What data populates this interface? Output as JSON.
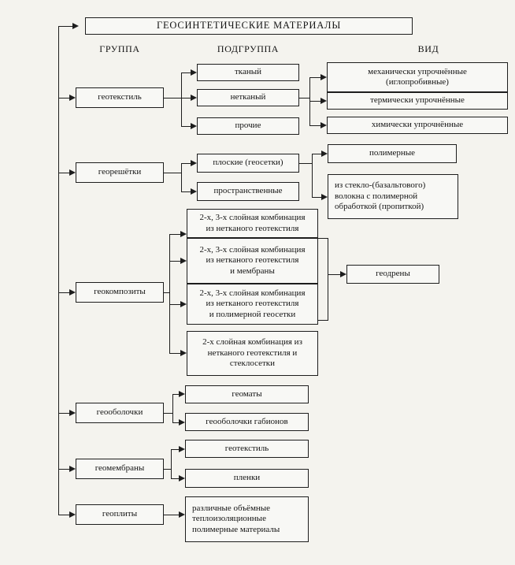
{
  "diagram": {
    "title": "ГЕОСИНТЕТИЧЕСКИЕ МАТЕРИАЛЫ",
    "headers": {
      "group": "ГРУППА",
      "subgroup": "ПОДГРУППА",
      "kind": "ВИД"
    },
    "groups": [
      {
        "label": "геотекстиль",
        "subgroups": [
          "тканый",
          "нетканый",
          "прочие"
        ],
        "kinds": [
          "механически упрочнённые\n(иглопробивные)",
          "термически упрочнённые",
          "химически упрочнённые"
        ]
      },
      {
        "label": "георешётки",
        "subgroups": [
          "плоские (геосетки)",
          "пространственные"
        ],
        "kinds": [
          "полимерные",
          "из стекло-(базальтового)\nволокна с полимерной\nобработкой (пропиткой)"
        ]
      },
      {
        "label": "геокомпозиты",
        "subgroups": [
          "2-х, 3-х слойная комбинация\nиз нетканого геотекстиля",
          "2-х, 3-х слойная комбинация\nиз нетканого геотекстиля\nи мембраны",
          "2-х, 3-х слойная комбинация\nиз нетканого геотекстиля\nи полимерной геосетки",
          "2-х слойная комбинация из\nнетканого геотекстиля и\nстеклосетки"
        ],
        "kinds": [
          "геодрены"
        ]
      },
      {
        "label": "геооболочки",
        "subgroups": [
          "геоматы",
          "геооболочки габионов"
        ],
        "kinds": []
      },
      {
        "label": "геомембраны",
        "subgroups": [
          "геотекстиль",
          "пленки"
        ],
        "kinds": []
      },
      {
        "label": "геоплиты",
        "subgroups": [
          "различные объёмные\nтеплоизоляционные\nполимерные материалы"
        ],
        "kinds": []
      }
    ]
  }
}
